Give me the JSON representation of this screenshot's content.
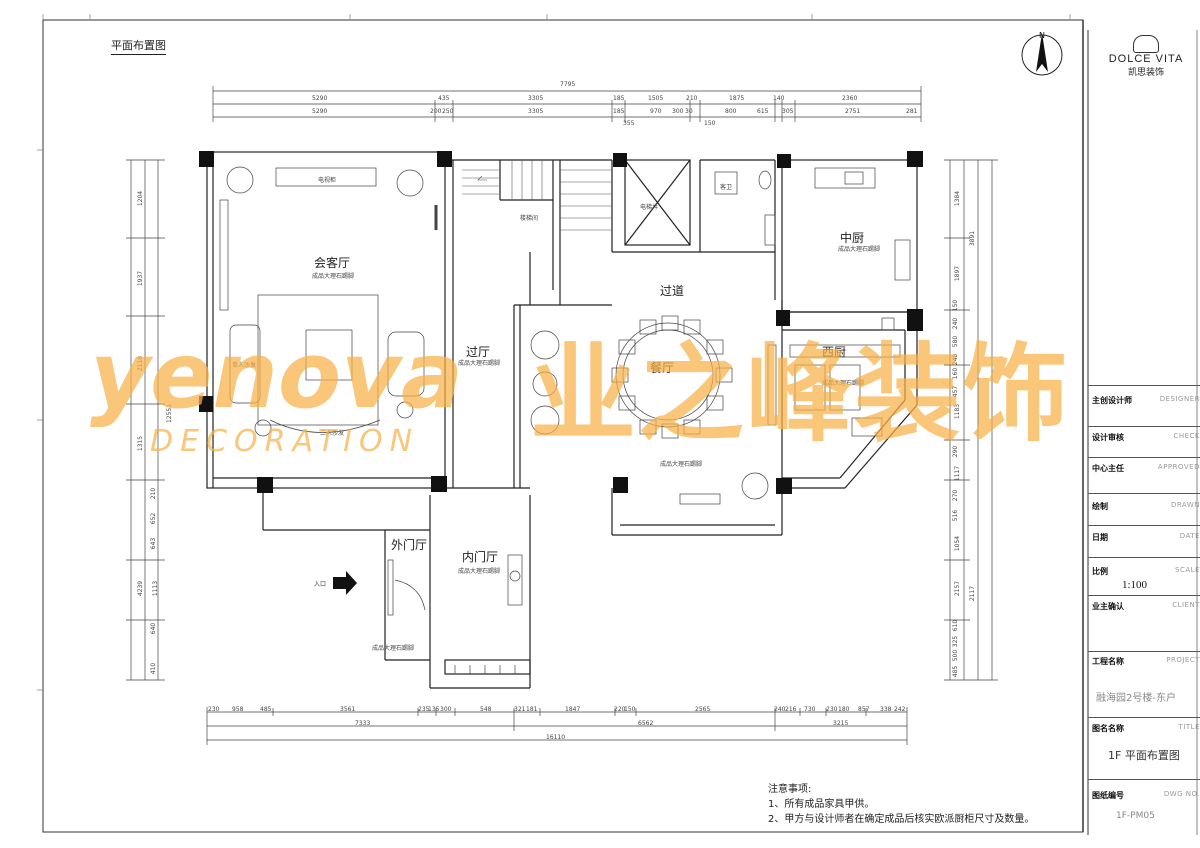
{
  "drawing_title": "平面布置图",
  "rooms": {
    "living": "会客厅",
    "living_note": "成品大理石踢脚",
    "hall": "过厅",
    "hall_note": "成品大理石踢脚",
    "dining": "餐厅",
    "dining_note": "成品大理石踢脚",
    "corridor": "过道",
    "kitchen_cn": "中厨",
    "kitchen_cn_note": "成品大理石踢脚",
    "kitchen_west": "西厨",
    "kitchen_west_note": "成品大理石踢脚",
    "outer_foyer": "外门厅",
    "outer_foyer_note": "成品大理石踢脚",
    "inner_foyer": "内门厅",
    "inner_foyer_note": "成品大理石踢脚",
    "elevator": "电梯井",
    "stair": "楼梯间",
    "guest_wc": "客卫",
    "sofa_single": "单人沙发",
    "sofa_double": "二人沙发",
    "tv_cabinet": "电视柜",
    "entrance": "入口"
  },
  "dimensions": {
    "top_total": "7795",
    "top_row1": [
      "5290",
      "435",
      "3305",
      "185",
      "1505",
      "210",
      "1875",
      "140",
      "2360"
    ],
    "top_row2": [
      "5290",
      "200",
      "250",
      "3305",
      "185",
      "355",
      "970",
      "300",
      "30",
      "150",
      "800",
      "615",
      "305",
      "2751",
      "281"
    ],
    "bottom_row1": [
      "230",
      "958",
      "485",
      "3561",
      "235",
      "135",
      "300",
      "548",
      "321",
      "181",
      "1847",
      "220",
      "150",
      "2565",
      "240",
      "216",
      "730",
      "230",
      "180",
      "857",
      "338",
      "242"
    ],
    "bottom_row2": [
      "7333",
      "6562",
      "3215"
    ],
    "bottom_total": "16110",
    "left_vertical": [
      "1204",
      "1937",
      "2118",
      "1315",
      "210",
      "652",
      "643",
      "1113",
      "640",
      "410",
      "4239",
      "12551"
    ],
    "right_vertical": [
      "1384",
      "1897",
      "150",
      "240",
      "580",
      "240",
      "160",
      "457",
      "1183",
      "290",
      "1117",
      "270",
      "516",
      "1054",
      "2157",
      "610",
      "325",
      "500",
      "485",
      "3891",
      "2117"
    ]
  },
  "notes": {
    "heading": "注意事项:",
    "item1": "1、所有成品家具甲供。",
    "item2": "2、甲方与设计师者在确定成品后核实欧派厨柜尺寸及数量。"
  },
  "title_block": {
    "logo_text": "DOLCE VITA",
    "logo_sub": "凯思装饰",
    "designer_label": "主创设计师",
    "designer_en": "DESIGNER",
    "check_label": "设计审核",
    "check_en": "CHECK",
    "approved_label": "中心主任",
    "approved_en": "APPROVED",
    "drawn_label": "绘制",
    "drawn_en": "DRAWN",
    "date_label": "日期",
    "date_en": "DATE",
    "scale_label": "比例",
    "scale_en": "SCALE",
    "scale_value": "1:100",
    "client_label": "业主确认",
    "client_en": "CLIENT",
    "project_label": "工程名称",
    "project_en": "PROJECT",
    "project_value": "融海园2号楼-东户",
    "drawing_label": "图名名称",
    "drawing_en": "TITLE",
    "drawing_value": "1F 平面布置图",
    "number_label": "图纸编号",
    "number_en": "DWG NO.",
    "number_value": "1F-PM05"
  },
  "watermark": {
    "brand": "yenova",
    "cn": "业之峰装饰",
    "sub": "DECORATION"
  },
  "north_arrow": "N"
}
